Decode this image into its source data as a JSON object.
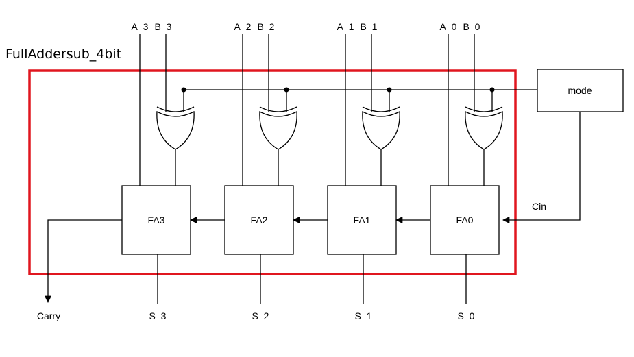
{
  "title": "FullAddersub_4bit",
  "mode_label": "mode",
  "cin_label": "Cin",
  "carry_label": "Carry",
  "colors": {
    "frame": "#e0161f",
    "line": "#000000"
  },
  "bits": [
    {
      "a": "A_3",
      "b": "B_3",
      "fa": "FA3",
      "s": "S_3"
    },
    {
      "a": "A_2",
      "b": "B_2",
      "fa": "FA2",
      "s": "S_2"
    },
    {
      "a": "A_1",
      "b": "B_1",
      "fa": "FA1",
      "s": "S_1"
    },
    {
      "a": "A_0",
      "b": "B_0",
      "fa": "FA0",
      "s": "S_0"
    }
  ]
}
